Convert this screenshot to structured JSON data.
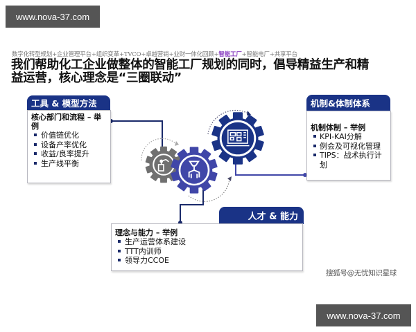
{
  "watermarks": {
    "top": "www.nova-37.com",
    "bottom": "www.nova-37.com"
  },
  "breadcrumb": {
    "before": "数字化转型规划+企业管理平台+组织变革+TVCO+卓越营销+业财一体化回顾+",
    "highlight": "智能工厂",
    "after": "+智能电厂+共享平台",
    "highlight_color": "#8a3fc2"
  },
  "title": {
    "line1": "我们帮助化工企业做整体的智能工厂规划的同时，倡导精益生产和精",
    "line2": "益运营，核心理念是“三圈联动”"
  },
  "colors": {
    "header_blue": "#1a3386",
    "gear_gray": "#707070",
    "gear_mid_blue": "#4046a8",
    "gear_dark_blue": "#1a3386",
    "connector": "#1a2a6a"
  },
  "boxes": {
    "tools": {
      "header": "工具 & 模型方法",
      "subtitle": "核心部门和流程 – 举例",
      "items": [
        "价值链优化",
        "设备产率优化",
        "收益/良率提升",
        "生产线平衡"
      ]
    },
    "mechanism": {
      "header": "机制&体制体系",
      "subtitle": "机制体制 – 举例",
      "items": [
        "KPI-KAI分解",
        "例会及可视化管理",
        "TIPS：战术执行计划"
      ]
    },
    "talent": {
      "header": "人才 & 能力",
      "subtitle": "理念与能力 – 举例",
      "items": [
        "生产运营体系建设",
        "TTT内训师",
        "领导力CCOE"
      ]
    }
  },
  "gears": [
    {
      "name": "robot-arm-gear",
      "icon": "robot-arm-icon",
      "color": "#707070"
    },
    {
      "name": "gripper-gear",
      "icon": "gripper-icon",
      "color": "#4046a8"
    },
    {
      "name": "monitor-gear",
      "icon": "dashboard-monitor-icon",
      "color": "#1a3386"
    }
  ],
  "source": "搜狐号@无忧知识星球"
}
